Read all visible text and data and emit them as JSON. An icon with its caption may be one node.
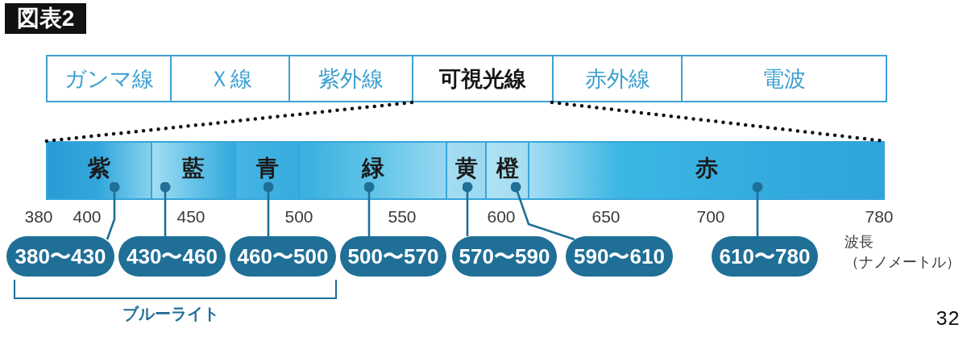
{
  "diagram": {
    "title": "図表2",
    "nodes": [
      {
        "text": [
          "ガンマ線"
        ]
      },
      {
        "text": [
          "Ｘ線"
        ]
      },
      {
        "text": [
          "紫外線"
        ]
      },
      {
        "text": [
          "可視光線"
        ]
      },
      {
        "text": [
          "赤外線"
        ]
      },
      {
        "text": [
          "電波"
        ]
      },
      {
        "text": [],
        "shape": "bar"
      },
      {
        "text": [
          "紫"
        ],
        "in": 6
      },
      {
        "text": [
          "藍"
        ],
        "in": 6
      },
      {
        "text": [
          "青"
        ],
        "in": 6
      },
      {
        "text": [
          "緑"
        ],
        "in": 6
      },
      {
        "text": [
          "黄"
        ],
        "in": 6
      },
      {
        "text": [
          "橙"
        ],
        "in": 6
      },
      {
        "text": [
          "赤"
        ],
        "in": 6
      },
      {
        "text": [
          "380〜430"
        ]
      },
      {
        "text": [
          "430〜460"
        ]
      },
      {
        "text": [
          "460〜500"
        ]
      },
      {
        "text": [
          "500〜570"
        ]
      },
      {
        "text": [
          "570〜590"
        ]
      },
      {
        "text": [
          "590〜610"
        ]
      },
      {
        "text": [
          "610〜780"
        ]
      }
    ],
    "edges": [
      {
        "from": 3,
        "to": 6,
        "arrow": "none",
        "style": "dashed",
        "color": "#111111"
      },
      {
        "from": 3,
        "to": 6,
        "arrow": "none",
        "style": "dashed",
        "color": "#111111"
      },
      {
        "from": 14,
        "to": 7,
        "arrow": "other"
      },
      {
        "from": 15,
        "to": 8,
        "arrow": "other"
      },
      {
        "from": 16,
        "to": 9,
        "arrow": "other"
      },
      {
        "from": 17,
        "to": 10,
        "arrow": "other"
      },
      {
        "from": 18,
        "to": 11,
        "arrow": "other"
      },
      {
        "from": 19,
        "to": 12,
        "arrow": "other"
      },
      {
        "from": 20,
        "to": 13,
        "arrow": "other"
      }
    ],
    "labels": [
      "380",
      "400",
      "450",
      "500",
      "550",
      "600",
      "650",
      "700",
      "780",
      "波長（ナノメートル）",
      "ブルーライト",
      "32"
    ]
  }
}
